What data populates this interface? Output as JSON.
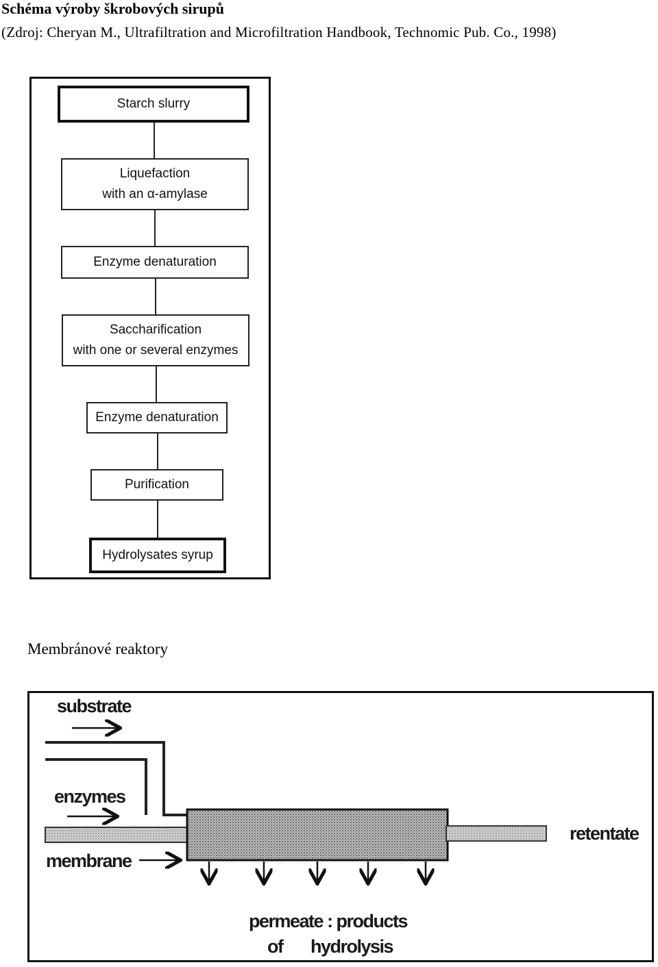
{
  "header": {
    "title": "Schéma výroby škrobových sirupů",
    "source": "(Zdroj: Cheryan M., Ultrafiltration and Microfiltration Handbook, Technomic Pub. Co., 1998)"
  },
  "flowchart": {
    "steps": [
      {
        "line1": "Starch slurry",
        "line2": ""
      },
      {
        "line1": "Liquefaction",
        "line2": "with an α-amylase"
      },
      {
        "line1": "Enzyme denaturation",
        "line2": ""
      },
      {
        "line1": "Saccharification",
        "line2": "with one or several enzymes"
      },
      {
        "line1": "Enzyme denaturation",
        "line2": ""
      },
      {
        "line1": "Purification",
        "line2": ""
      },
      {
        "line1": "Hydrolysates syrup",
        "line2": ""
      }
    ]
  },
  "reactor": {
    "heading": "Membránové reaktory",
    "labels": {
      "substrate": "substrate",
      "enzymes": "enzymes",
      "membrane": "membrane",
      "retentate": "retentate",
      "permeate_line1": "permeate : products",
      "permeate_line2_a": "of",
      "permeate_line2_b": "hydrolysis"
    }
  }
}
